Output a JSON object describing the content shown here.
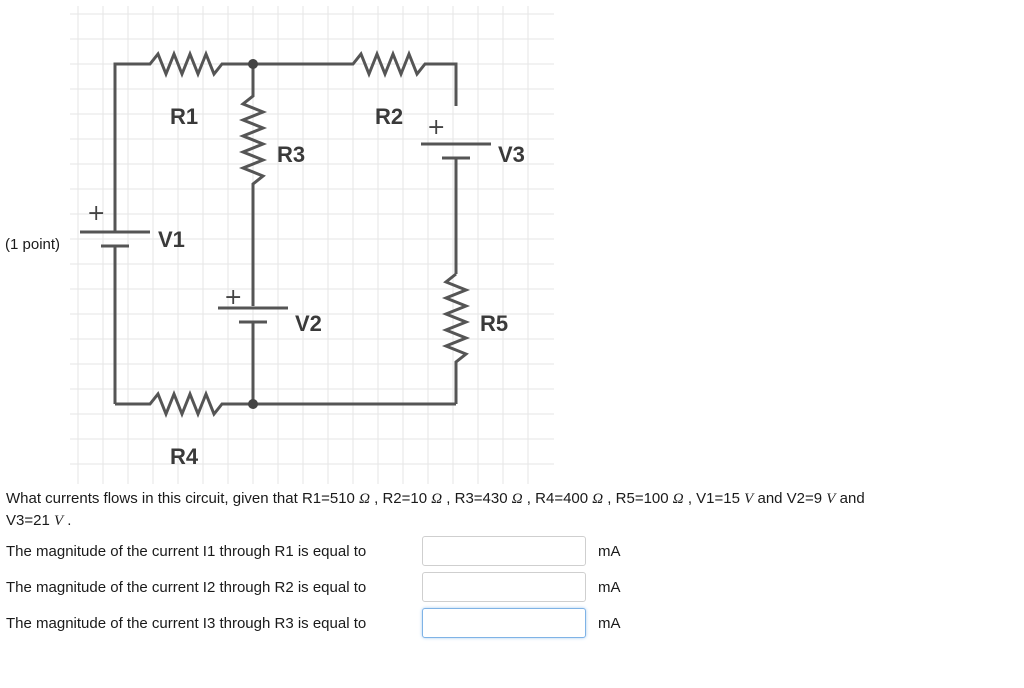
{
  "point_label": "(1 point)",
  "circuit": {
    "labels": {
      "r1": "R1",
      "r2": "R2",
      "r3": "R3",
      "r4": "R4",
      "r5": "R5",
      "v1": "V1",
      "v2": "V2",
      "v3": "V3"
    },
    "plus_sign": "+"
  },
  "question": {
    "text_a": "What currents flows in this circuit, given that R1=510 ",
    "ohm": "Ω",
    "sep": " , ",
    "r2": "R2=10 ",
    "r3": "R3=430 ",
    "r4": "R4=400 ",
    "r5": "R5=100 ",
    "v1": "V1=15 ",
    "volt": "V",
    "and1": " and V2=9 ",
    "and2": " and",
    "v3": "V3=21 ",
    "end": " ."
  },
  "rows": [
    {
      "label": "The magnitude of the current I1 through R1 is equal to",
      "value": "",
      "unit": "mA"
    },
    {
      "label": "The magnitude of the current I2 through R2 is equal to",
      "value": "",
      "unit": "mA"
    },
    {
      "label": "The magnitude of the current I3 through R3 is equal to",
      "value": "",
      "unit": "mA"
    }
  ]
}
